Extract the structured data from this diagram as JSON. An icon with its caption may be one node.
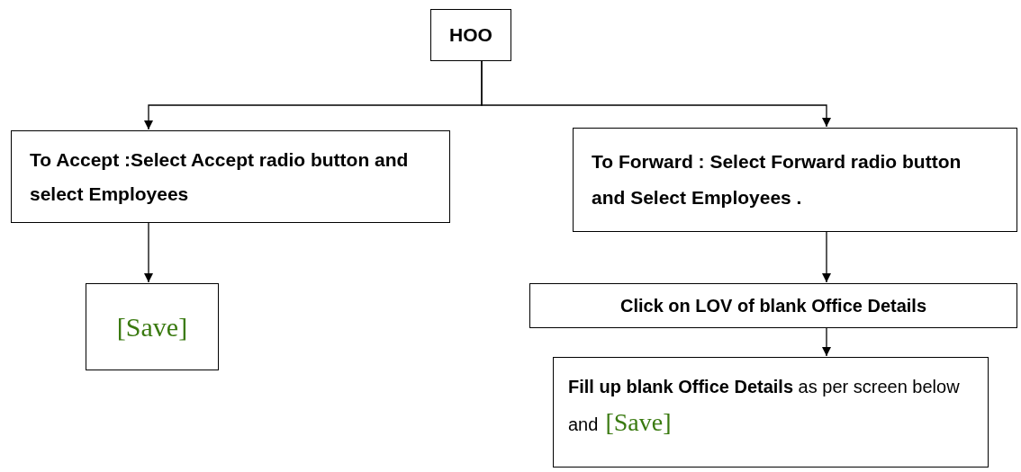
{
  "diagram": {
    "nodes": [
      {
        "text": [
          "HOO"
        ]
      },
      {
        "text": [
          "To Accept :Select Accept radio button and select Employees"
        ]
      },
      {
        "text": [
          "[Save]"
        ]
      },
      {
        "text": [
          "To Forward : Select Forward radio button and Select Employees ."
        ]
      },
      {
        "text": [
          "Click on LOV of blank Office Details"
        ]
      },
      {
        "text": [
          "**Fill up blank Office Details** as per screen below and",
          "[Save]"
        ]
      }
    ],
    "edges": [
      {
        "from": 0,
        "to": 1,
        "arrow": "to"
      },
      {
        "from": 0,
        "to": 3,
        "arrow": "to"
      },
      {
        "from": 1,
        "to": 2,
        "arrow": "to"
      },
      {
        "from": 3,
        "to": 4,
        "arrow": "to"
      },
      {
        "from": 4,
        "to": 5,
        "arrow": "to"
      }
    ]
  }
}
